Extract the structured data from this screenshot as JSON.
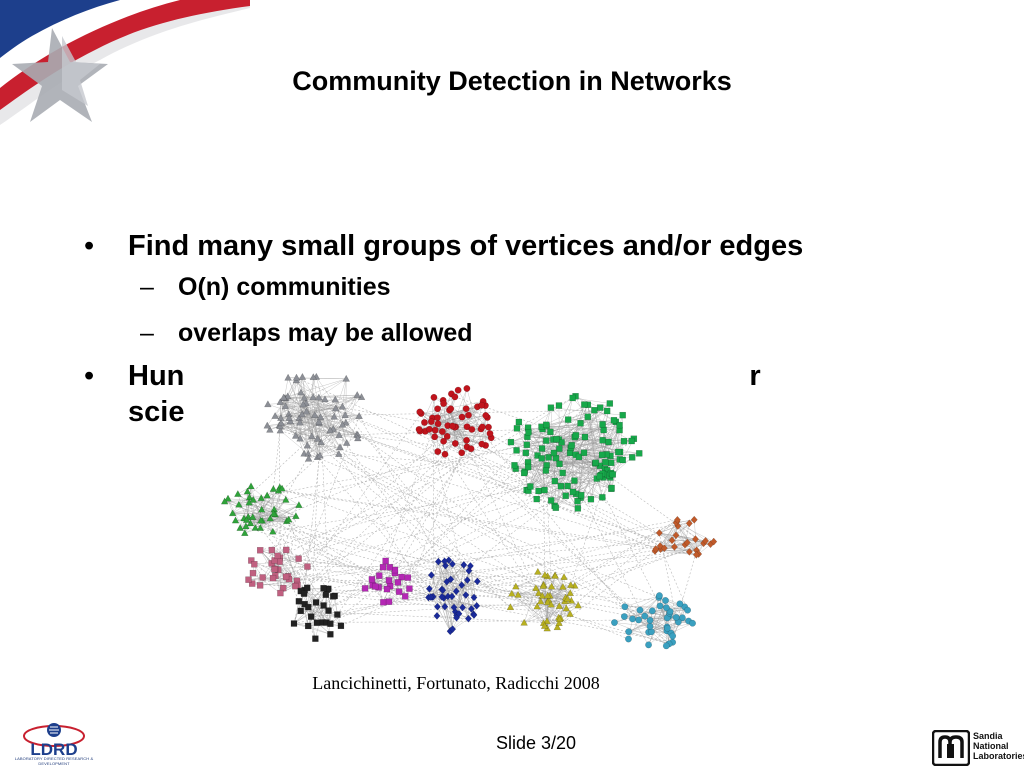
{
  "slide": {
    "title": "Community Detection in Networks",
    "bullets": [
      {
        "marker": "•",
        "text": "Find many small groups of vertices and/or edges",
        "subs": [
          {
            "marker": "–",
            "text": "O(n) communities"
          },
          {
            "marker": "–",
            "text": "overlaps may be allowed"
          }
        ]
      },
      {
        "marker": "•",
        "text_visible_start": "Hun",
        "text_visible_end": "mputer",
        "text_line2_visible": "scie"
      }
    ],
    "figure_caption": "Lancichinetti, Fortunato, Radicchi 2008",
    "footer": {
      "slide_number": "Slide 3/20",
      "left_logo_text": "LDRD",
      "left_logo_subtext": "LABORATORY DIRECTED RESEARCH & DEVELOPMENT",
      "right_logo_lines": [
        "Sandia",
        "National",
        "Laboratories"
      ]
    }
  },
  "colors": {
    "flag_red": "#c8202f",
    "flag_blue": "#1d3f8c",
    "star_gray": "#a9acb3",
    "community_gray": "#8c8f96",
    "community_red": "#c0141c",
    "community_green": "#17a84a",
    "community_lightgreen": "#2fa33a",
    "community_pink": "#c06080",
    "community_black": "#222222",
    "community_magenta": "#b428b4",
    "community_navy": "#1a2a9a",
    "community_olive": "#b8b020",
    "community_teal": "#3aa0c0",
    "community_orange": "#c05a2a"
  },
  "icons": {
    "left_logo": "ldrd-logo-icon",
    "right_logo": "sandia-logo-icon"
  }
}
